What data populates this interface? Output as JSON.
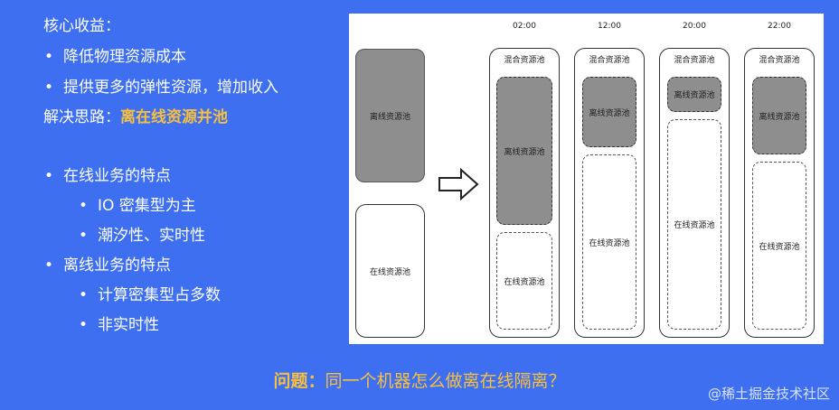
{
  "left": {
    "benefits_heading": "核心收益：",
    "benefits": [
      "降低物理资源成本",
      "提供更多的弹性资源，增加收入"
    ],
    "solution_label": "解决思路：",
    "solution_value": "离在线资源并池",
    "online_heading": "在线业务的特点",
    "online_items": [
      "IO 密集型为主",
      "潮汐性、实时性"
    ],
    "offline_heading": "离线业务的特点",
    "offline_items": [
      "计算密集型占多数",
      "非实时性"
    ]
  },
  "diagram": {
    "before_offline": "离线资源池",
    "before_online": "在线资源池",
    "frame_title": "混合资源池",
    "times": [
      "02:00",
      "12:00",
      "20:00",
      "22:00"
    ],
    "offline_label": "离线资源池",
    "online_label": "在线资源池"
  },
  "problem": {
    "label": "问题：",
    "text": "同一个机器怎么做离在线隔离？"
  },
  "watermark": "@稀土掘金技术社区"
}
